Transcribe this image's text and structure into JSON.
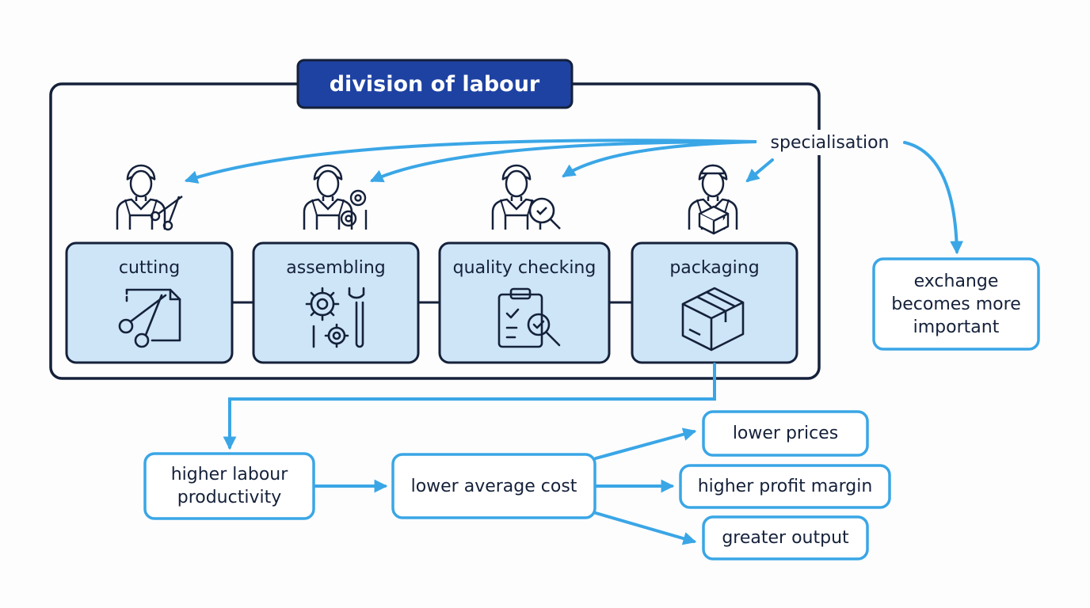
{
  "diagram": {
    "title": "division of labour",
    "stages": [
      {
        "label": "cutting",
        "icon": "scissors-document-icon",
        "worker_icon": "worker-scissors-icon"
      },
      {
        "label": "assembling",
        "icon": "gears-wrench-icon",
        "worker_icon": "worker-gears-icon"
      },
      {
        "label": "quality checking",
        "icon": "clipboard-magnifier-icon",
        "worker_icon": "worker-magnifier-icon"
      },
      {
        "label": "packaging",
        "icon": "box-icon",
        "worker_icon": "worker-box-icon"
      }
    ],
    "specialisation_label": "specialisation",
    "exchange_label": "exchange\nbecomes more\nimportant",
    "productivity_label": "higher labour\nproductivity",
    "cost_label": "lower average cost",
    "outcomes": [
      "lower prices",
      "higher profit margin",
      "greater output"
    ],
    "colors": {
      "title_fill": "#1e42a2",
      "box_fill": "#cde5f7",
      "frame_stroke": "#15213a",
      "arrow": "#3aa6e6"
    }
  }
}
